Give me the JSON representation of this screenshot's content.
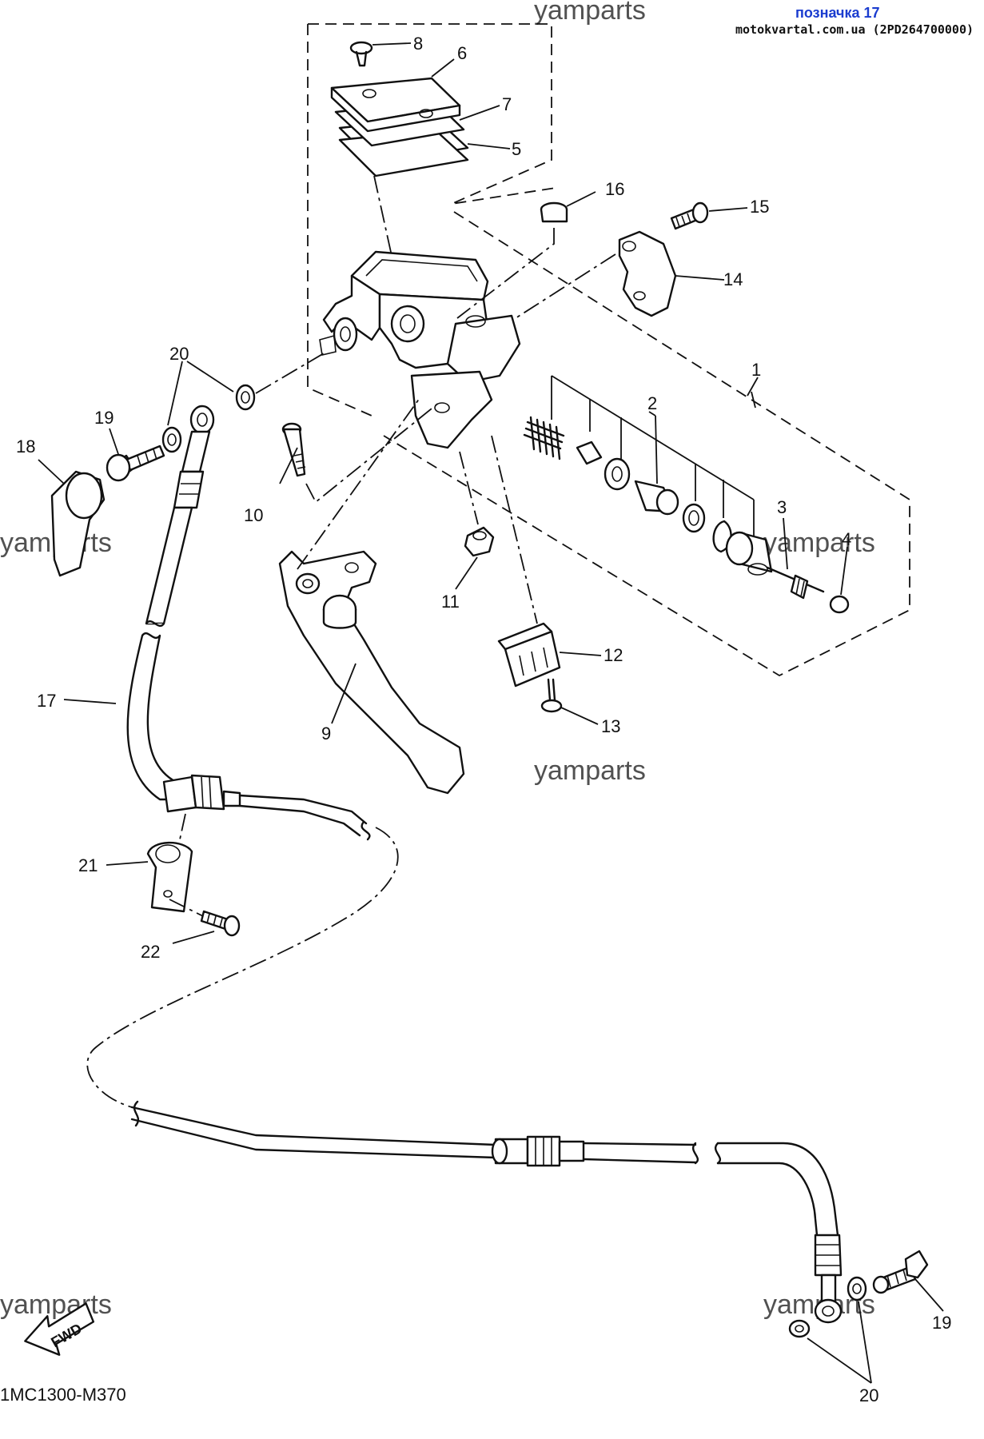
{
  "header": {
    "label": "позначка 17",
    "source": "motokvartal.com.ua (2PD264700000)"
  },
  "watermark": "yamparts",
  "diagram_code": "1MC1300-M370",
  "fwd_label": "FWD",
  "callouts": {
    "c1": "1",
    "c2": "2",
    "c3": "3",
    "c4": "4",
    "c5": "5",
    "c6": "6",
    "c7": "7",
    "c8": "8",
    "c9": "9",
    "c10": "10",
    "c11": "11",
    "c12": "12",
    "c13": "13",
    "c14": "14",
    "c15": "15",
    "c16": "16",
    "c17": "17",
    "c18": "18",
    "c19a": "19",
    "c19b": "19",
    "c20a": "20",
    "c20b": "20",
    "c21": "21",
    "c22": "22"
  }
}
